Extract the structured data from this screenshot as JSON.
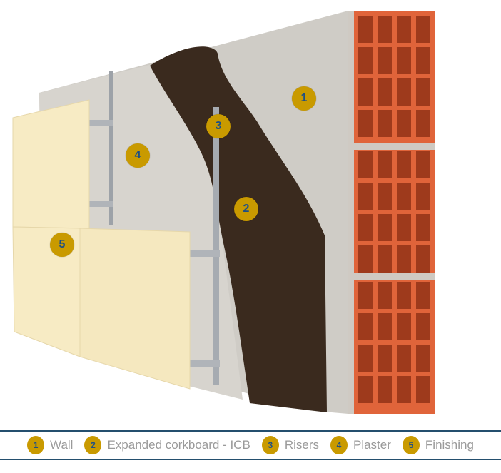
{
  "colors": {
    "marker": "#c99a00",
    "marker_text": "#1d4f86",
    "legend_rule": "#244f6e",
    "brick": "#e0643a",
    "cork": "#3a2a1e",
    "concrete": "#cfccc6",
    "panel": "#f7ebc4"
  },
  "markers": [
    {
      "number": "1"
    },
    {
      "number": "2"
    },
    {
      "number": "3"
    },
    {
      "number": "4"
    },
    {
      "number": "5"
    }
  ],
  "legend": [
    {
      "number": "1",
      "label": "Wall"
    },
    {
      "number": "2",
      "label": "Expanded corkboard - ICB"
    },
    {
      "number": "3",
      "label": "Risers"
    },
    {
      "number": "4",
      "label": "Plaster"
    },
    {
      "number": "5",
      "label": "Finishing"
    }
  ]
}
